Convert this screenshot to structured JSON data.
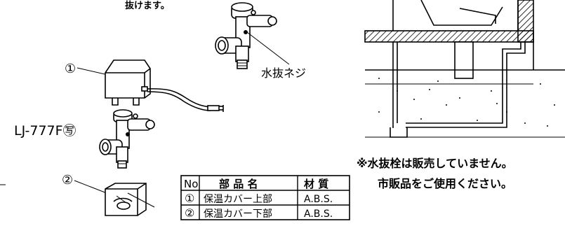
{
  "top_note": "抜けます。",
  "drain_screw_label": "水抜ネジ",
  "model_label": "LJ-777F㊢",
  "callout_1": "①",
  "callout_2": "②",
  "note_line1": "※水抜栓は販売していません。",
  "note_line2": "市販品をご使用ください。",
  "parts_table": {
    "headers": [
      "No",
      "部 品 名",
      "材 質"
    ],
    "rows": [
      [
        "①",
        "保温カバー上部",
        "A.B.S."
      ],
      [
        "②",
        "保温カバー下部",
        "A.B.S."
      ]
    ]
  }
}
